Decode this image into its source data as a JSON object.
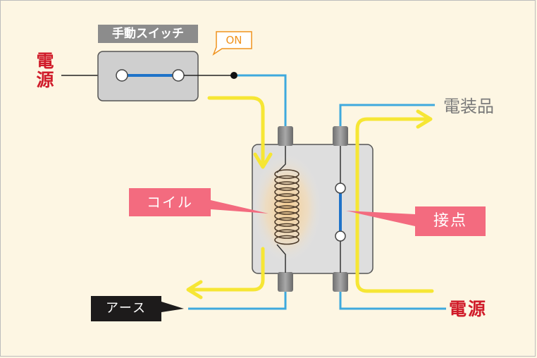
{
  "labels": {
    "power_left": "電源",
    "switch_title": "手動スイッチ",
    "on": "ON",
    "equipment": "電装品",
    "power_right": "電源",
    "coil": "コイル",
    "contact": "接点",
    "earth": "アース"
  },
  "colors": {
    "wire_blue": "#3ea9dd",
    "arrow_yellow": "#f6e634",
    "label_red": "#d01c2a",
    "callout_pink": "#f36b7f",
    "background": "#fdf6e3"
  },
  "switch_state": "ON"
}
